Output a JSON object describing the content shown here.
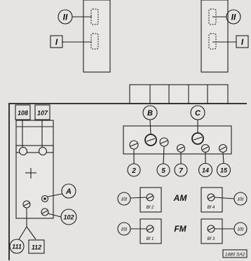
{
  "top_left_module": {
    "label_upper": "II",
    "label_lower": "I"
  },
  "top_right_module": {
    "label_upper": "II",
    "label_lower": "I"
  },
  "left_panel": {
    "label_108": "108",
    "label_107": "107",
    "label_a": "A",
    "label_102": "102",
    "label_111": "111",
    "label_112": "112"
  },
  "trimmer_bar": {
    "label_b": "B",
    "label_c": "C",
    "label_2": "2",
    "label_5": "5",
    "label_7": "7",
    "label_14": "14",
    "label_15": "15"
  },
  "am_section": {
    "title": "AM",
    "left_switch": "I/II",
    "right_switch": "I/II",
    "module_left": "Bf 2",
    "module_right": "Bf 4"
  },
  "fm_section": {
    "title": "FM",
    "left_switch": "I/II",
    "right_switch": "I/II",
    "module_left": "Bf 1",
    "module_right": "Bf 3"
  },
  "figure_number": "1480 SA2"
}
